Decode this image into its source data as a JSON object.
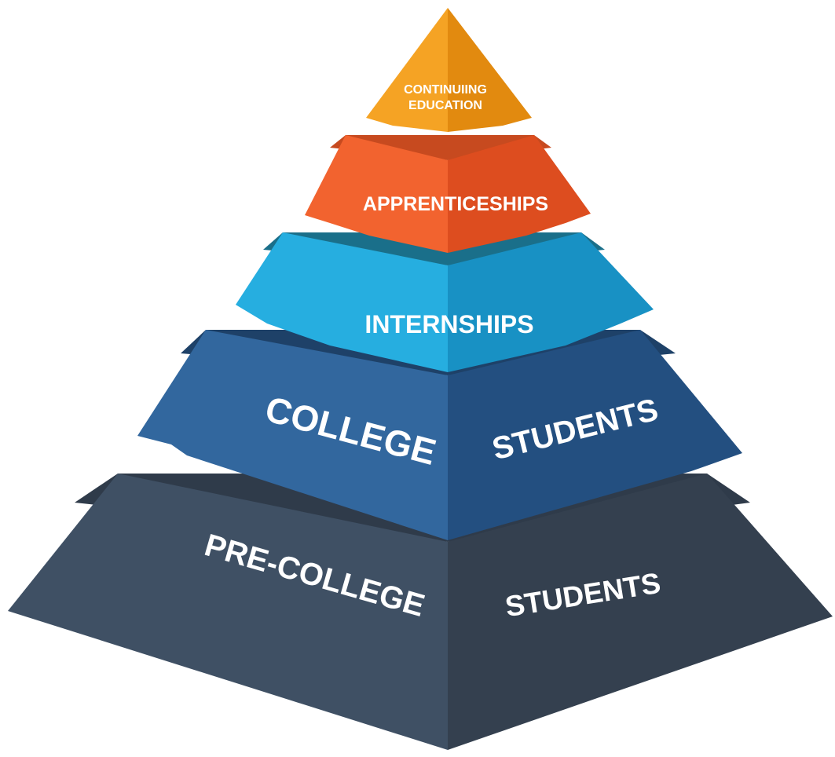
{
  "pyramid": {
    "tiers": [
      {
        "id": "continuing-education",
        "label_lines": [
          "CONTINUIING",
          "EDUCATION"
        ],
        "colors": {
          "left": "#f5a324",
          "right": "#e28a0f",
          "top": "#f7b545"
        }
      },
      {
        "id": "apprenticeships",
        "label": "APPRENTICESHIPS",
        "colors": {
          "left": "#f2632f",
          "right": "#dd4d1f",
          "top": "#c74a1f"
        }
      },
      {
        "id": "internships",
        "label": "INTERNSHIPS",
        "colors": {
          "left": "#26aee0",
          "right": "#1891c4",
          "top": "#1a6f8a"
        }
      },
      {
        "id": "college-students",
        "label_left": "COLLEGE",
        "label_right": "STUDENTS",
        "colors": {
          "left": "#32679e",
          "right": "#234f80",
          "top": "#1e4168"
        }
      },
      {
        "id": "pre-college-students",
        "label_left": "PRE-COLLEGE",
        "label_right": "STUDENTS",
        "colors": {
          "left": "#3f5064",
          "right": "#34404f",
          "top": "#2f3b4a"
        }
      }
    ]
  }
}
